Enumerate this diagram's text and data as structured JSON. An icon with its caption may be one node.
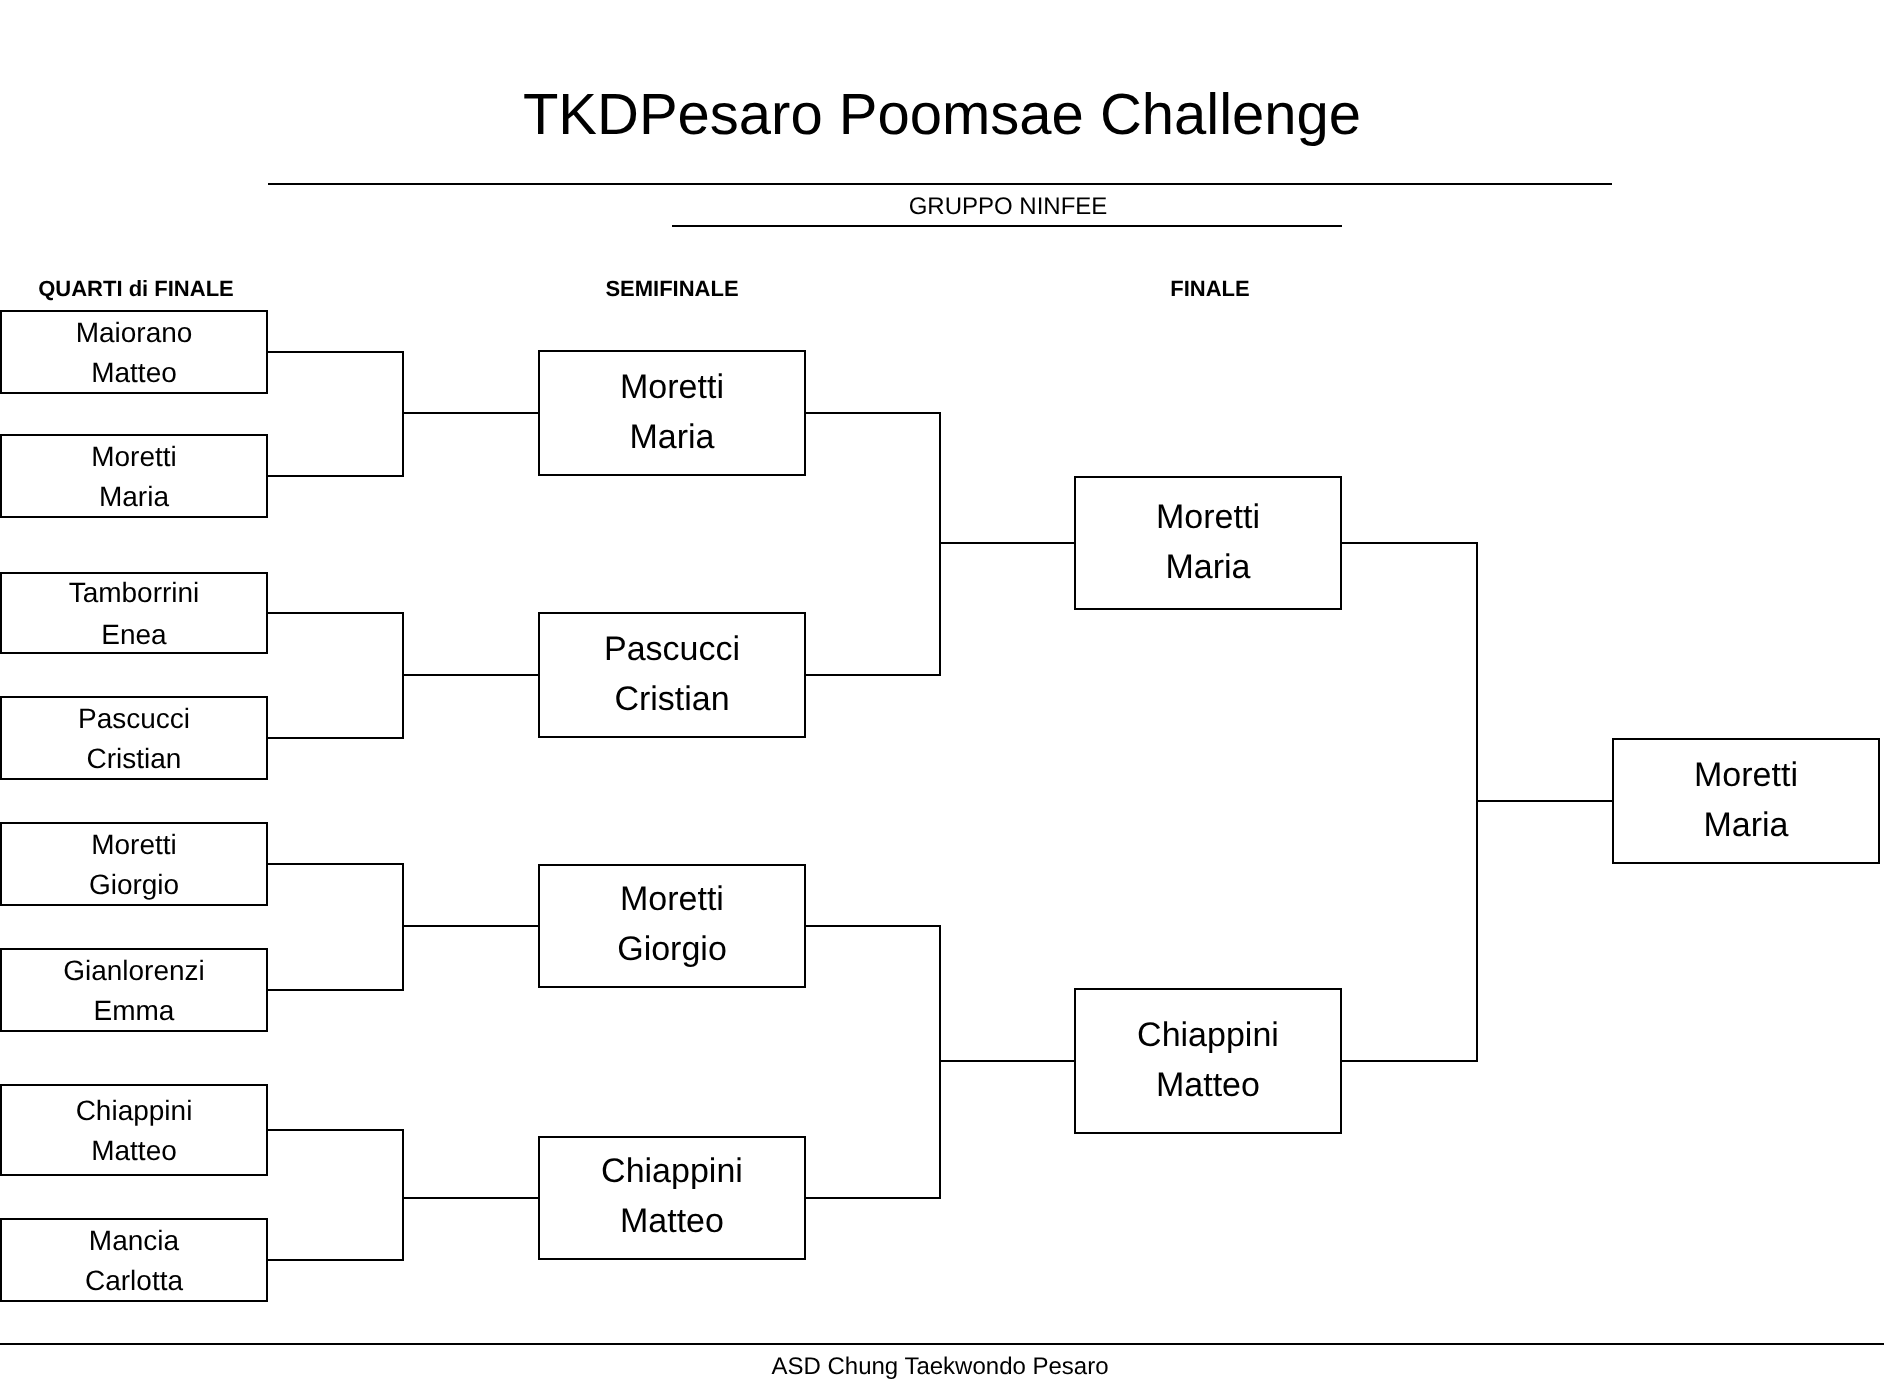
{
  "diagram": {
    "title": "TKDPesaro Poomsae Challenge",
    "nodes": [
      {
        "text": [
          "Maiorano Matteo"
        ]
      },
      {
        "text": [
          "Moretti Maria"
        ]
      },
      {
        "text": [
          "Tamborrini Enea"
        ]
      },
      {
        "text": [
          "Pascucci Cristian"
        ]
      },
      {
        "text": [
          "Moretti Giorgio"
        ]
      },
      {
        "text": [
          "Gianlorenzi Emma"
        ]
      },
      {
        "text": [
          "Chiappini Matteo"
        ]
      },
      {
        "text": [
          "Mancia Carlotta"
        ]
      },
      {
        "text": [
          "Moretti Maria"
        ]
      },
      {
        "text": [
          "Pascucci Cristian"
        ]
      },
      {
        "text": [
          "Moretti Giorgio"
        ]
      },
      {
        "text": [
          "Chiappini Matteo"
        ]
      },
      {
        "text": [
          "Moretti Maria"
        ]
      },
      {
        "text": [
          "Chiappini Matteo"
        ]
      },
      {
        "text": [
          "Moretti Maria"
        ]
      }
    ],
    "edges": [
      {
        "from": 0,
        "to": 8,
        "arrow": "none"
      },
      {
        "from": 1,
        "to": 8,
        "arrow": "none"
      },
      {
        "from": 2,
        "to": 9,
        "arrow": "none"
      },
      {
        "from": 3,
        "to": 9,
        "arrow": "none"
      },
      {
        "from": 4,
        "to": 10,
        "arrow": "none"
      },
      {
        "from": 5,
        "to": 10,
        "arrow": "none"
      },
      {
        "from": 6,
        "to": 11,
        "arrow": "none"
      },
      {
        "from": 7,
        "to": 11,
        "arrow": "none"
      },
      {
        "from": 8,
        "to": 12,
        "arrow": "none"
      },
      {
        "from": 9,
        "to": 12,
        "arrow": "none"
      },
      {
        "from": 10,
        "to": 13,
        "arrow": "none"
      },
      {
        "from": 11,
        "to": 13,
        "arrow": "none"
      },
      {
        "from": 12,
        "to": 14,
        "arrow": "none"
      },
      {
        "from": 13,
        "to": 14,
        "arrow": "none"
      }
    ],
    "labels": [
      "GRUPPO NINFEE",
      "QUARTI di FINALE",
      "SEMIFINALE",
      "FINALE",
      "ASD Chung Taekwondo Pesaro"
    ]
  }
}
